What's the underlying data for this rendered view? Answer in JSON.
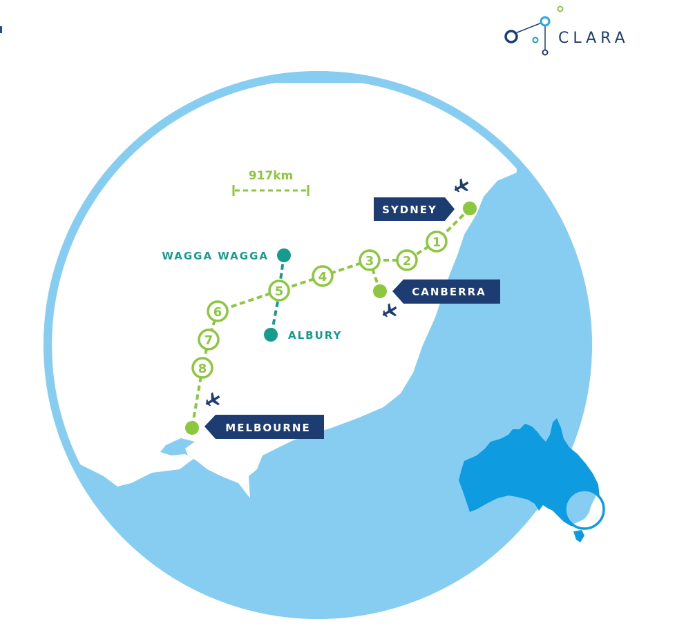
{
  "logo": {
    "text": "CLARA",
    "colors": {
      "navy": "#1d3c72",
      "light_blue": "#29a8e0",
      "teal": "#1ba39c",
      "green": "#8dc63f"
    }
  },
  "scale_bar": {
    "label": "917km"
  },
  "cities": {
    "sydney": {
      "label": "SYDNEY",
      "type": "airport-city"
    },
    "canberra": {
      "label": "CANBERRA",
      "type": "airport-city"
    },
    "melbourne": {
      "label": "MELBOURNE",
      "type": "airport-city"
    },
    "wagga_wagga": {
      "label": "WAGGA WAGGA",
      "type": "branch-city"
    },
    "albury": {
      "label": "ALBURY",
      "type": "branch-city"
    }
  },
  "stops": [
    "1",
    "2",
    "3",
    "4",
    "5",
    "6",
    "7",
    "8"
  ],
  "colors": {
    "route_green": "#8dc63f",
    "branch_teal": "#169b8f",
    "label_navy": "#1d3c72",
    "sea": "#87cdf2",
    "circle_border": "#87cdf2",
    "australia": "#0e9be0",
    "land": "#ffffff"
  },
  "inset": {
    "label": "australia-locator"
  }
}
